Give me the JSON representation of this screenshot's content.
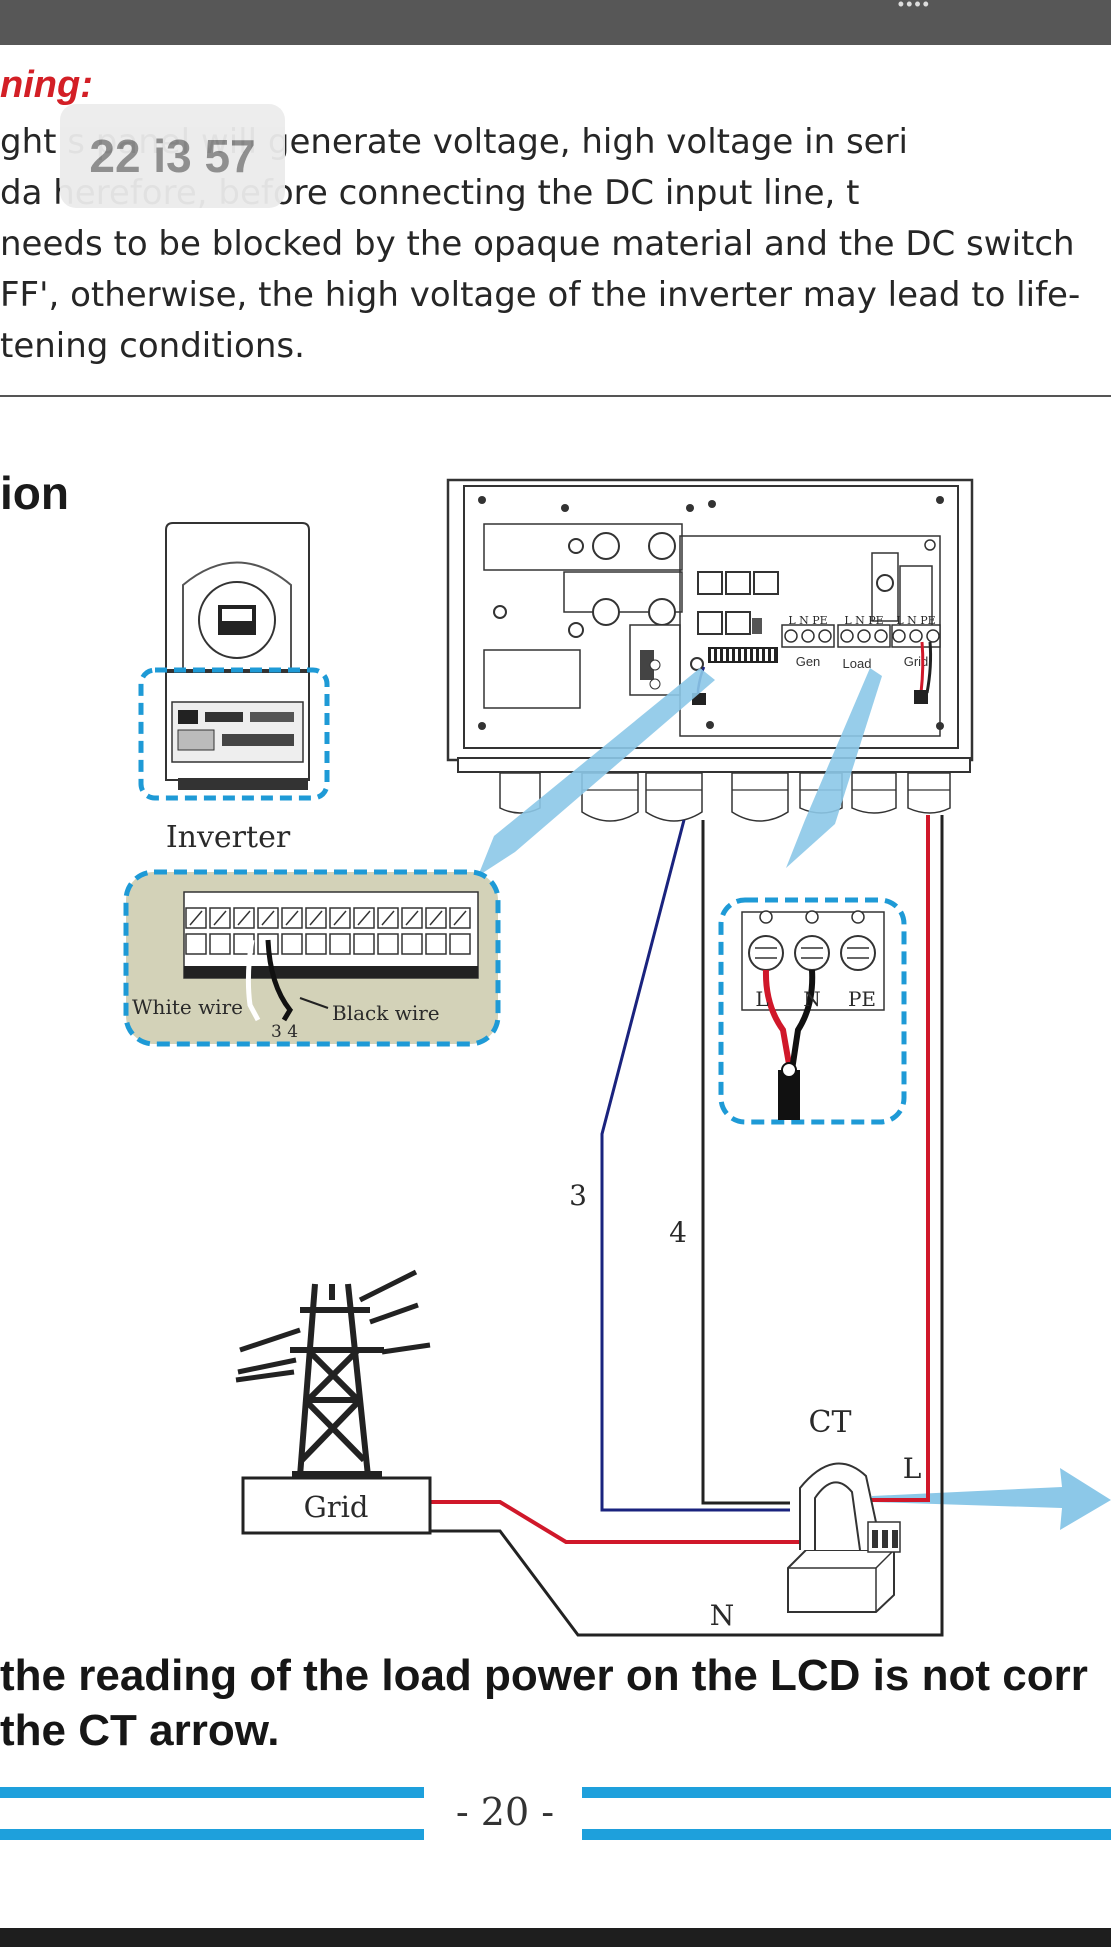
{
  "warning": {
    "title": "ning:",
    "lines": [
      "ght s        panel will generate voltage, high voltage in seri",
      "  da           herefore, before connecting the DC input line, t",
      "  needs to be blocked by the opaque material and the DC switch",
      "FF', otherwise, the high voltage of the inverter may lead to life-",
      "tening conditions."
    ]
  },
  "clock_overlay": "22 i3 57",
  "section_title": "ion",
  "diagram": {
    "inverter_label": "Inverter",
    "white_wire": "White wire",
    "black_wire": "Black wire",
    "terminal_numbers": "3  4",
    "terminal_labels": [
      "L",
      "N",
      "PE"
    ],
    "port_labels": [
      "Gen",
      "Load",
      "Grid"
    ],
    "wire_3": "3",
    "wire_4": "4",
    "ct_label": "CT",
    "l_label": "L",
    "n_label": "N",
    "grid_label": "Grid"
  },
  "footer": {
    "line1": "the reading of the load power on the LCD is not corr",
    "line2": " the CT arrow."
  },
  "page_number": "- 20 -",
  "colors": {
    "blue_wire": "#1a237e",
    "red_wire": "#d0182a",
    "dash_blue": "#1e9ad6",
    "arrow_blue": "#8cc8e8",
    "terminal_bg": "#d3d2b8"
  }
}
